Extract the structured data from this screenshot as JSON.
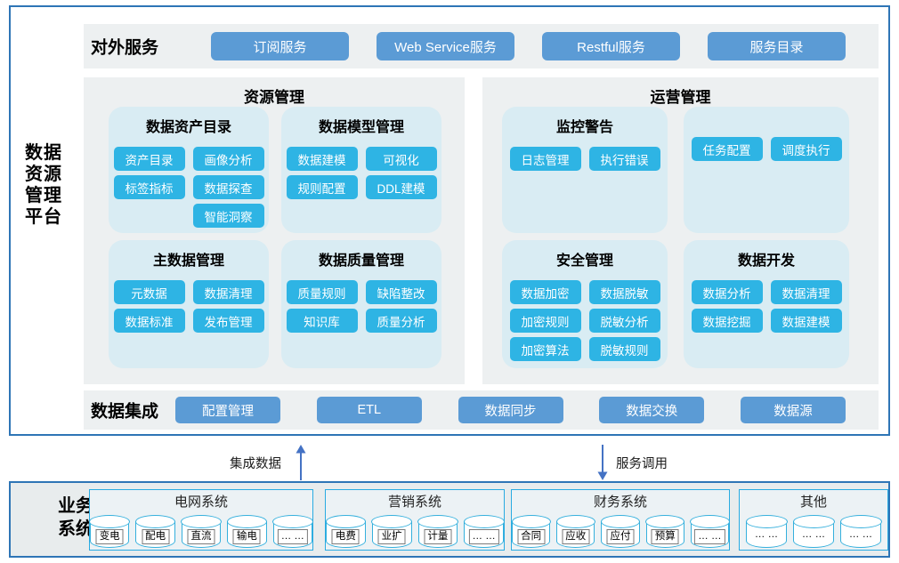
{
  "platform": {
    "side_label": "数据\n资源\n管理\n平台",
    "services": {
      "label": "对外服务",
      "buttons": [
        "订阅服务",
        "Web Service服务",
        "Restful服务",
        "服务目录"
      ]
    },
    "resource": {
      "title": "资源管理",
      "groups": [
        {
          "title": "数据资产目录",
          "buttons": [
            "资产目录",
            "画像分析",
            "标签指标",
            "数据探查",
            "智能洞察"
          ]
        },
        {
          "title": "数据模型管理",
          "buttons": [
            "数据建模",
            "可视化",
            "规则配置",
            "DDL建模"
          ]
        },
        {
          "title": "主数据管理",
          "buttons": [
            "元数据",
            "数据清理",
            "数据标准",
            "发布管理"
          ]
        },
        {
          "title": "数据质量管理",
          "buttons": [
            "质量规则",
            "缺陷整改",
            "知识库",
            "质量分析"
          ]
        }
      ]
    },
    "operation": {
      "title": "运营管理",
      "groups": [
        {
          "title": "监控警告",
          "buttons": [
            "日志管理",
            "执行错误"
          ]
        },
        {
          "title": "",
          "buttons": [
            "任务配置",
            "调度执行"
          ]
        },
        {
          "title": "安全管理",
          "buttons": [
            "数据加密",
            "数据脱敏",
            "加密规则",
            "脱敏分析",
            "加密算法",
            "脱敏规则"
          ]
        },
        {
          "title": "数据开发",
          "buttons": [
            "数据分析",
            "数据清理",
            "数据挖掘",
            "数据建模"
          ]
        }
      ]
    },
    "integration": {
      "label": "数据集成",
      "buttons": [
        "配置管理",
        "ETL",
        "数据同步",
        "数据交换",
        "数据源"
      ]
    }
  },
  "flows": {
    "up_label": "集成数据",
    "down_label": "服务调用"
  },
  "business": {
    "label": "业务\n系统",
    "groups": [
      {
        "title": "电网系统",
        "items": [
          "变电",
          "配电",
          "直流",
          "输电",
          "… …"
        ]
      },
      {
        "title": "营销系统",
        "items": [
          "电费",
          "业扩",
          "计量",
          "… …"
        ]
      },
      {
        "title": "财务系统",
        "items": [
          "合同",
          "应收",
          "应付",
          "预算",
          "… …"
        ]
      },
      {
        "title": "其他",
        "items": [
          "… …",
          "… …",
          "… …"
        ]
      }
    ]
  },
  "colors": {
    "accent_blue": "#5b9bd5",
    "accent_cyan": "#2eb4e4",
    "panel_grey": "#edf0f1",
    "subpanel_cyan": "#d9ecf3",
    "border_blue": "#2e75b6",
    "cylinder_border": "#29abe2",
    "arrow_blue": "#4472c4"
  }
}
